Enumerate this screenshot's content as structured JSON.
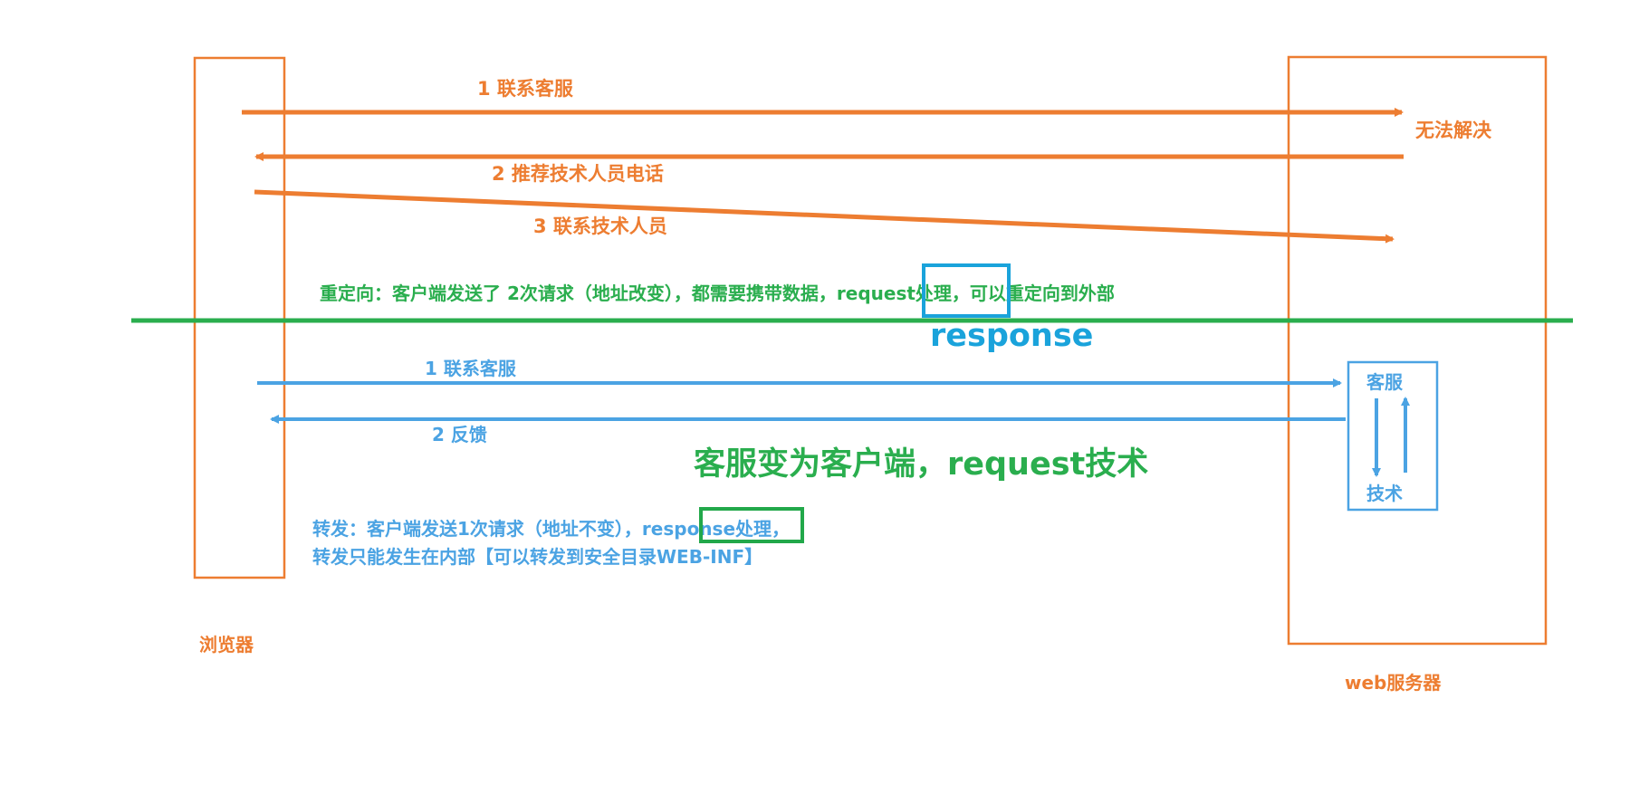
{
  "colors": {
    "orange": "#ED7D31",
    "green": "#2AAE4E",
    "blue": "#4BA3E3",
    "highlight_blue": "#1AA3DB",
    "highlight_green": "#22A84A"
  },
  "redirect": {
    "step1": "1  联系客服",
    "unresolved": "无法解决",
    "step2": "2  推荐技术人员电话",
    "step3": "3  联系技术人员",
    "summary_pre": "重定向：客户端发送了 2次请求（地址改变），都需要携带数据，",
    "summary_key": "request",
    "summary_post": "处理，可以重定向到外部"
  },
  "response_word": "response",
  "forward": {
    "step1": "1    联系客服",
    "step2": "2    反馈",
    "service": "客服",
    "tech": "技术",
    "headline": "客服变为客户端，request技术",
    "summary_pre": "转发：客户端发送1次请求（地址不变），",
    "summary_key": "response",
    "summary_post": "处理，",
    "summary_line2": "转发只能发生在内部【可以转发到安全目录WEB-INF】"
  },
  "browser_label": "浏览器",
  "server_label": "web服务器"
}
